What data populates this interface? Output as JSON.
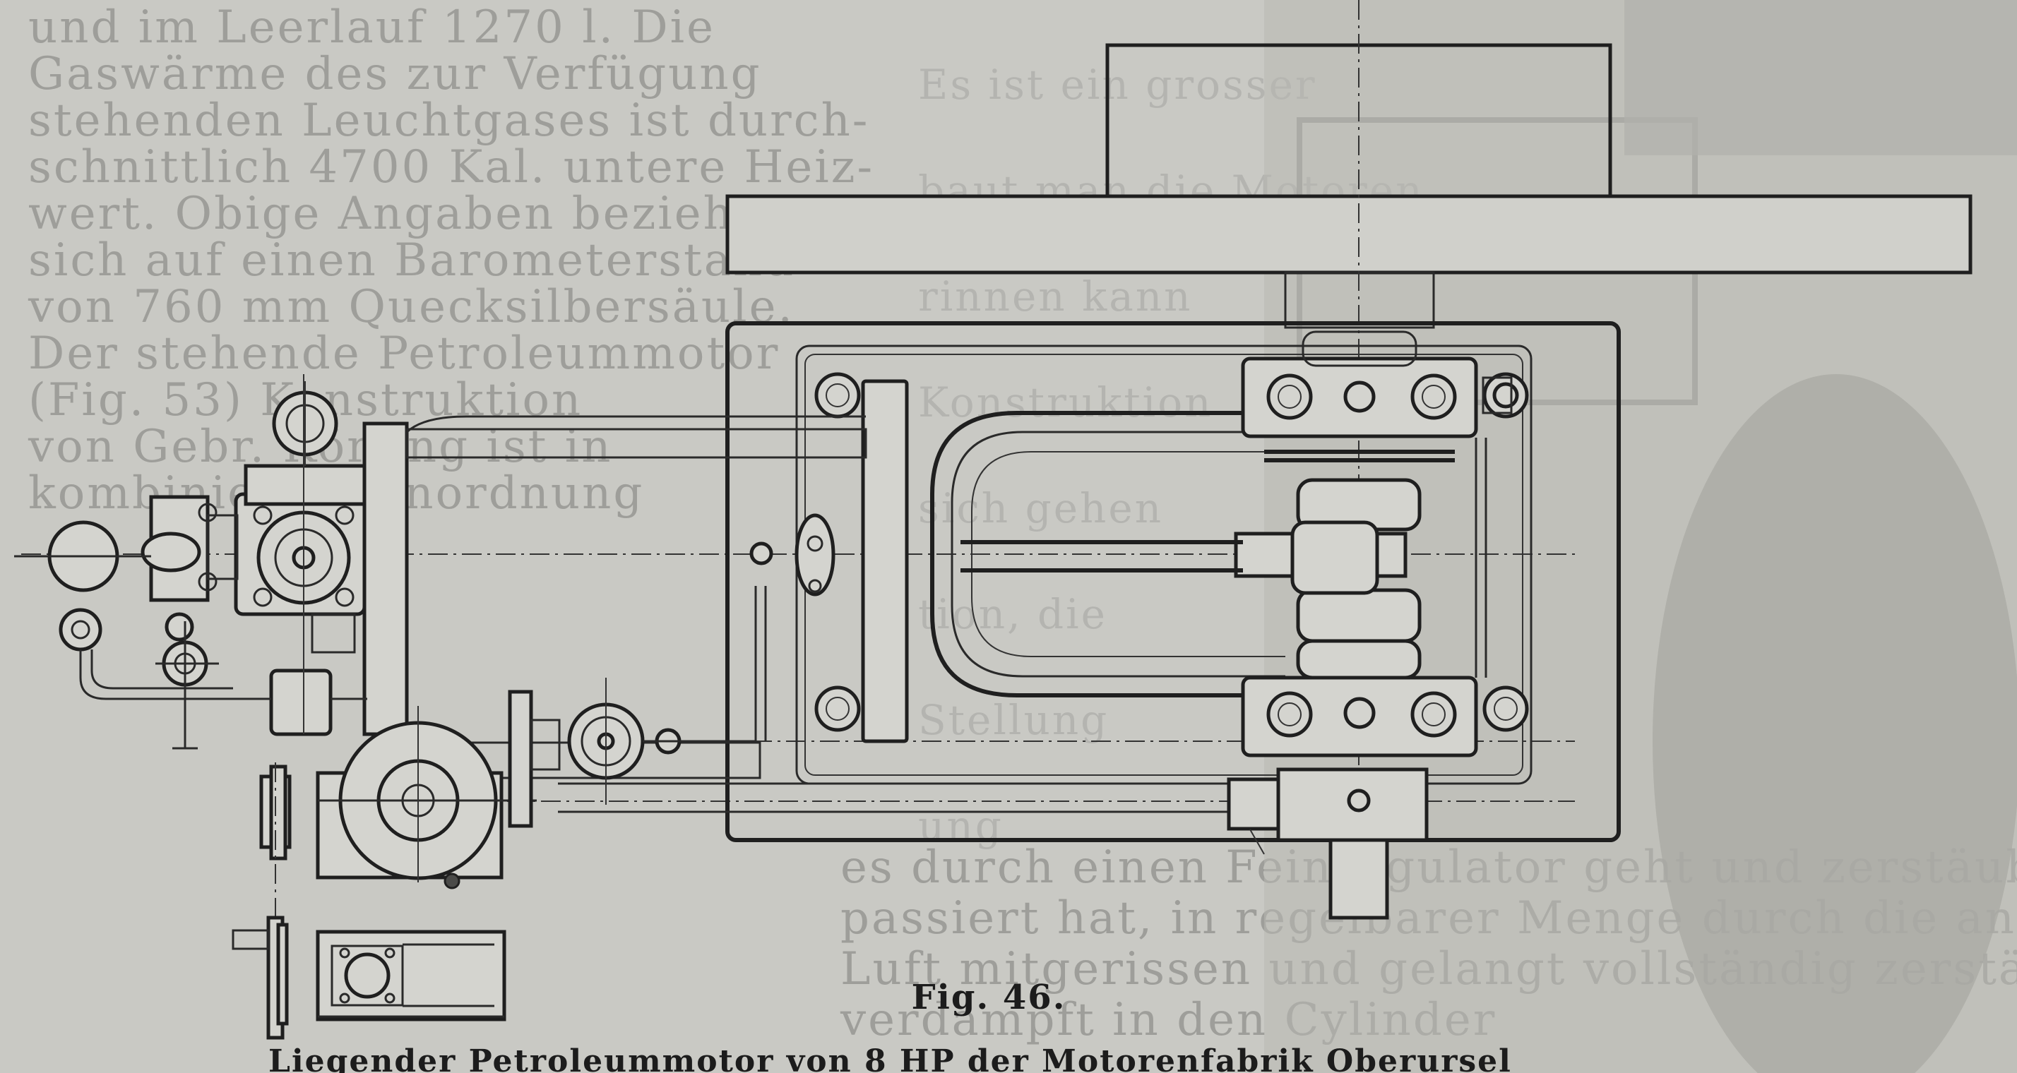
{
  "figure": {
    "label": "Fig. 46.",
    "caption": "Liegender Petroleummotor von 8 HP der Motorenfabrik Oberursel"
  },
  "bleed_through_text": {
    "left_column": [
      "und im Leerlauf 1270 l. Die",
      "Gaswärme des zur Verfügung",
      "stehenden Leuchtgases ist durch-",
      "schnittlich 4700 Kal. untere Heiz-",
      "wert. Obige Angaben beziehen",
      "sich auf einen Barometerstand",
      "von 760 mm Quecksilbersäule.",
      "Der stehende Petroleummotor",
      "(Fig. 53) Konstruktion",
      "von Gebr. Körting ist in",
      "kombinierter Anordnung"
    ],
    "bottom_lines": [
      "es durch einen Feinregulator geht und zerstäubt",
      "passiert hat, in regelbarer Menge durch die angesaugte",
      "Luft mitgerissen und gelangt vollständig zerstäubt und",
      "verdampft in den Cylinder"
    ],
    "right_column": [
      "Es ist ein grosser",
      "baut man die Motoren",
      "rinnen kann",
      "Konstruktion",
      "sich gehen",
      "tion, die",
      "Stellung",
      "ung"
    ]
  },
  "colors": {
    "paper": "#c9c9c4",
    "ink": "#1f1f1f",
    "bleed_ink": "#9e9e9a"
  }
}
